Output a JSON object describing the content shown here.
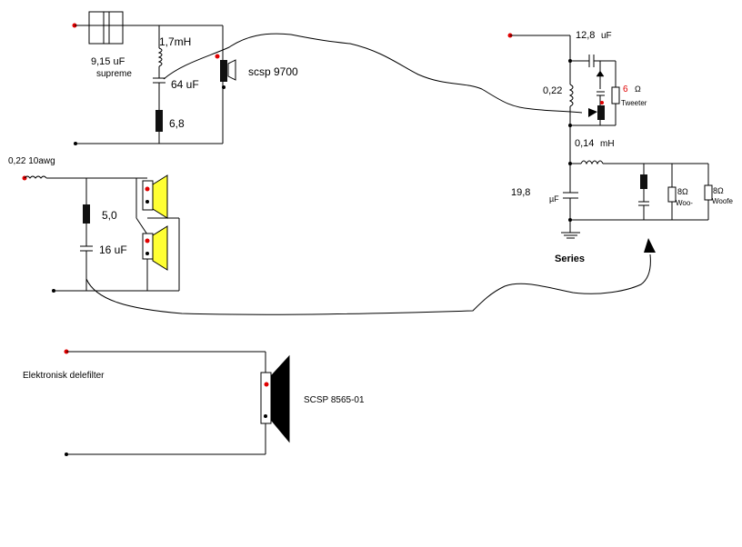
{
  "colors": {
    "wire": "#000000",
    "terminal": "#e00000",
    "speaker_cone": "#ffff33",
    "background": "#ffffff"
  },
  "labels": {
    "cap_top": "9,15 uF",
    "cap_top_brand": "supreme",
    "inductor_top": "1,7mH",
    "cap_mid": "64 uF",
    "res_top": "6,8",
    "tweeter_top": "scsp   9700",
    "wire_gauge": "0,22 10awg",
    "res_mid": "5,0",
    "cap_low": "16 uF",
    "cap_right_top": "12,8",
    "cap_right_top_unit": "uF",
    "ind_right": "0,22",
    "res_tweeter_value": "6",
    "res_tweeter_unit": "Ω",
    "tweeter_right": "Tweeter",
    "ind_right_mid": "0,14",
    "ind_right_mid_unit": "mH",
    "cap_right_low": "19,8",
    "cap_right_low_unit": "µF",
    "res_woofer1": "8Ω",
    "woofer1": "Woo-",
    "res_woofer2": "8Ω",
    "woofer2": "Woofe",
    "series_label": "Series",
    "electronic_crossover": "Elektronisk delefilter",
    "woofer_bottom": "SCSP 8565-01"
  }
}
